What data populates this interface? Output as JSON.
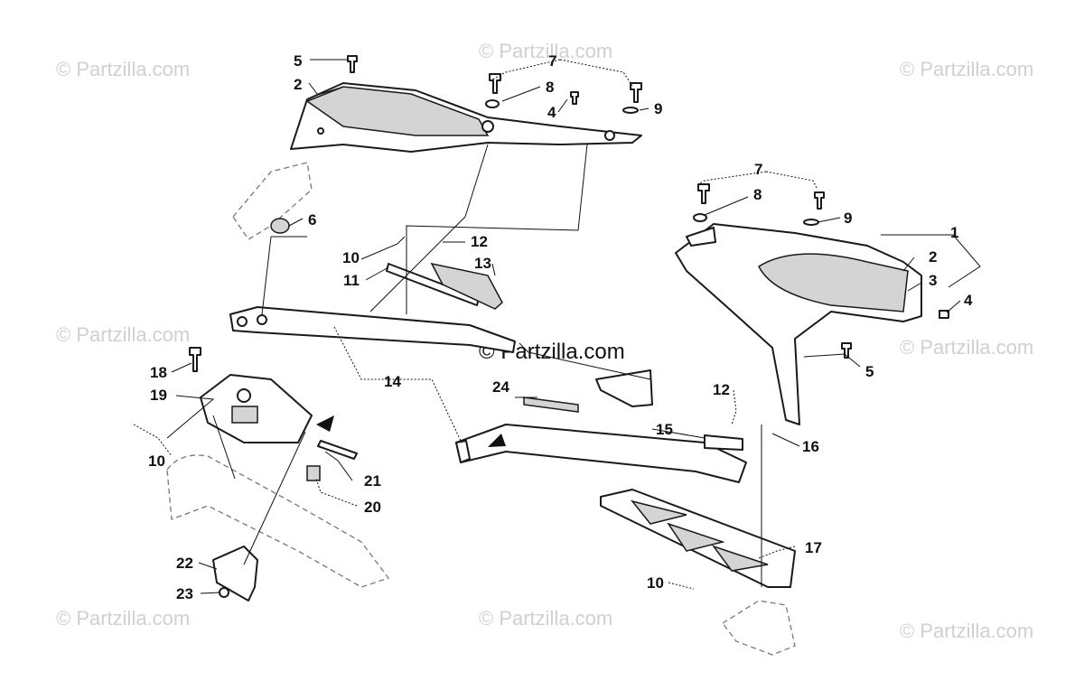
{
  "watermark": "© Partzilla.com",
  "callouts": {
    "c1": "1",
    "c2a": "2",
    "c2b": "2",
    "c3": "3",
    "c4a": "4",
    "c4b": "4",
    "c5a": "5",
    "c5b": "5",
    "c6": "6",
    "c7a": "7",
    "c7b": "7",
    "c8a": "8",
    "c8b": "8",
    "c9a": "9",
    "c9b": "9",
    "c10a": "10",
    "c10b": "10",
    "c10c": "10",
    "c11": "11",
    "c12a": "12",
    "c12b": "12",
    "c13": "13",
    "c14": "14",
    "c15": "15",
    "c16": "16",
    "c17": "17",
    "c18": "18",
    "c19": "19",
    "c20": "20",
    "c21": "21",
    "c22": "22",
    "c23": "23",
    "c24": "24"
  },
  "colors": {
    "ink": "#111111",
    "watermark": "#d0d0d0",
    "shade": "#d4d4d4"
  }
}
